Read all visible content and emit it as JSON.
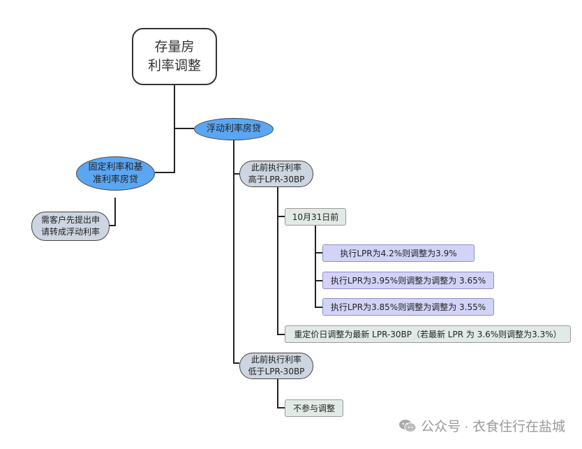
{
  "root": {
    "line1": "存量房",
    "line2": "利率调整"
  },
  "floating": {
    "label": "浮动利率房贷"
  },
  "fixed": {
    "line1": "固定利率和基",
    "line2": "准利率房贷"
  },
  "fixed_child": {
    "line1": "需客户先提出申",
    "line2": "请转成浮动利率"
  },
  "higher": {
    "line1": "此前执行利率",
    "line2": "高于LPR-30BP"
  },
  "before_oct31": {
    "label": "10月31日前"
  },
  "rules": [
    {
      "label": "执行LPR为4.2%则调整为3.9%"
    },
    {
      "label": "执行LPR为3.95%则调整为调整为 3.65%"
    },
    {
      "label": "执行LPR为3.85%则调整为调整为 3.55%"
    }
  ],
  "reset_date": {
    "label": "重定价日调整为最新 LPR-30BP（若最新 LPR 为 3.6%则调整为3.3%）"
  },
  "lower": {
    "line1": "此前执行利率",
    "line2": "低于LPR-30BP"
  },
  "no_adjust": {
    "label": "不参与调整"
  },
  "watermark": {
    "text": "公众号 · 衣食住行在盐城"
  },
  "colors": {
    "blue_node": "#5aa6f2",
    "grey_node": "#cdd5e1",
    "green_box": "#e2eae6",
    "purple_box": "#d3d3f8",
    "line": "#222222"
  }
}
